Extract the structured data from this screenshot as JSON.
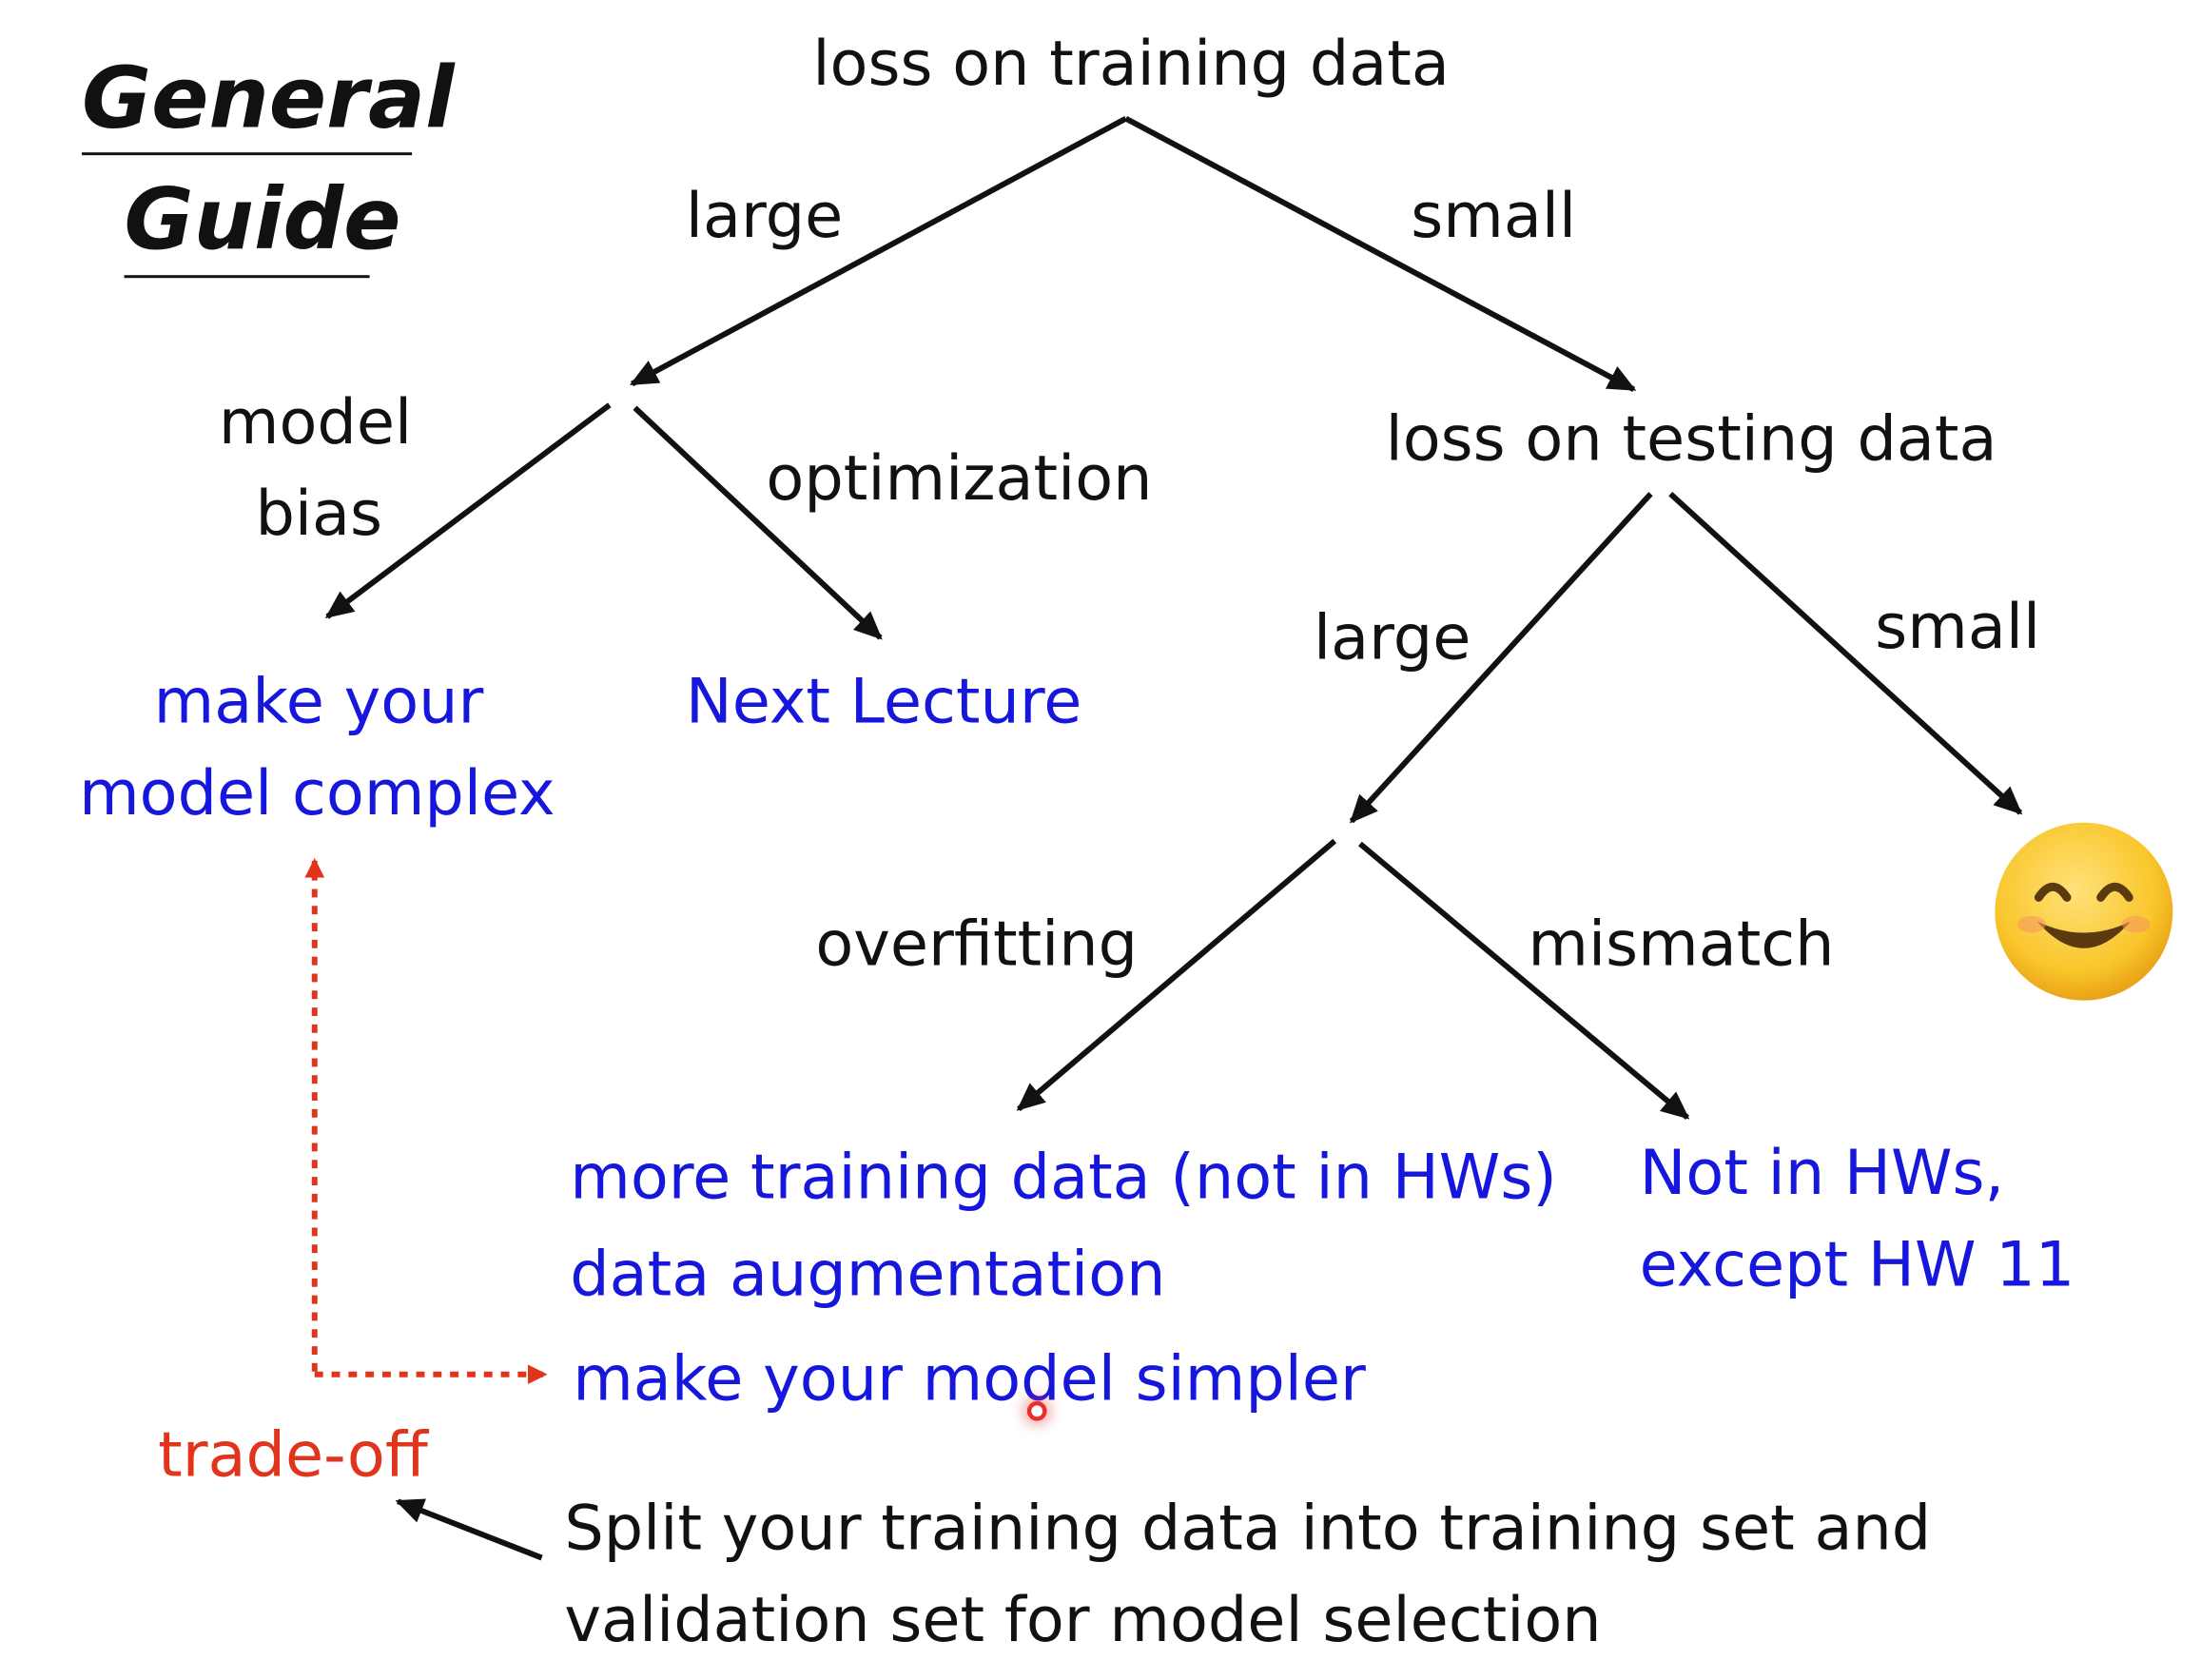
{
  "title": {
    "line1": "General",
    "line2": "Guide"
  },
  "root": "loss on training data",
  "edges": {
    "train_large": "large",
    "train_small": "small",
    "model_bias_1": "model",
    "model_bias_2": "bias",
    "optimization": "optimization",
    "test_large": "large",
    "test_small": "small",
    "overfitting": "overfitting",
    "mismatch": "mismatch"
  },
  "nodes": {
    "test_loss": "loss on testing data",
    "complex_1": "make your",
    "complex_2": "model complex",
    "next_lecture": "Next Lecture",
    "overfit_1": "more training data (not in HWs)",
    "overfit_2": "data augmentation",
    "overfit_3": "make your model simpler",
    "mismatch_1": "Not in HWs,",
    "mismatch_2": "except HW 11"
  },
  "tradeoff": "trade-off",
  "note": {
    "line1": "Split your training data into training set and",
    "line2": "validation set for model selection"
  },
  "colors": {
    "text": "#111111",
    "action": "#1616dd",
    "tradeoff": "#e0341c",
    "smiley_face": "#f9c62b"
  },
  "icons": {
    "result_good": "smiling-face-icon",
    "pointer": "cursor-highlight-icon"
  }
}
